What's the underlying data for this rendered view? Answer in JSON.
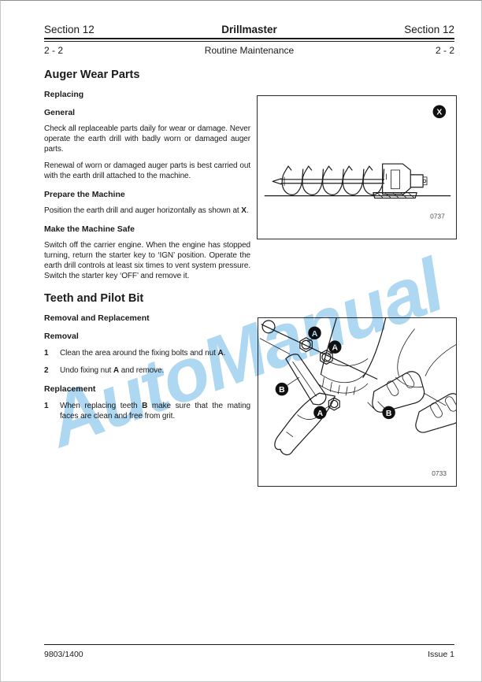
{
  "header": {
    "left_top": "Section 12",
    "center_top": "Drillmaster",
    "right_top": "Section 12",
    "left_bottom": "2 - 2",
    "center_bottom": "Routine Maintenance",
    "right_bottom": "2 - 2"
  },
  "sections": {
    "auger": {
      "title": "Auger Wear Parts",
      "sub_replacing": "Replacing",
      "sub_general": "General",
      "p1": "Check all replaceable parts daily for wear or damage. Never operate the earth drill with badly worn or damaged auger parts.",
      "p2": "Renewal of worn or damaged auger parts is best carried out with the earth drill attached to the machine.",
      "sub_prepare": "Prepare the Machine",
      "p3_pre": "Position the earth drill and auger horizontally as shown at ",
      "p3_bold": "X",
      "p3_post": ".",
      "sub_safe": "Make the Machine Safe",
      "p4": "Switch off the carrier engine. When the engine has stopped turning, return the starter key to ‘IGN’ position. Operate the earth drill controls at least six times to vent system pressure. Switch the starter key ‘OFF’ and remove it."
    },
    "teeth": {
      "title": "Teeth and Pilot Bit",
      "sub_removal_replacement": "Removal and Replacement",
      "sub_removal": "Removal",
      "item1_num": "1",
      "item1_pre": "Clean the area around the fixing bolts and nut ",
      "item1_bold": "A",
      "item1_post": ".",
      "item2_num": "2",
      "item2_pre": "Undo fixing nut ",
      "item2_bold": "A",
      "item2_post": " and remove.",
      "sub_replacement": "Replacement",
      "item3_num": "1",
      "item3_pre": "When replacing teeth ",
      "item3_bold": "B",
      "item3_post": " make sure that the mating faces are clean and free from grit."
    }
  },
  "figures": {
    "fig1": {
      "badge": "X",
      "number": "0737"
    },
    "fig2": {
      "badge_a": "A",
      "badge_b": "B",
      "number": "0733"
    }
  },
  "watermark": {
    "text": "AutoManual",
    "color": "#aed7f1"
  },
  "footer": {
    "left": "9803/1400",
    "right": "Issue 1"
  }
}
